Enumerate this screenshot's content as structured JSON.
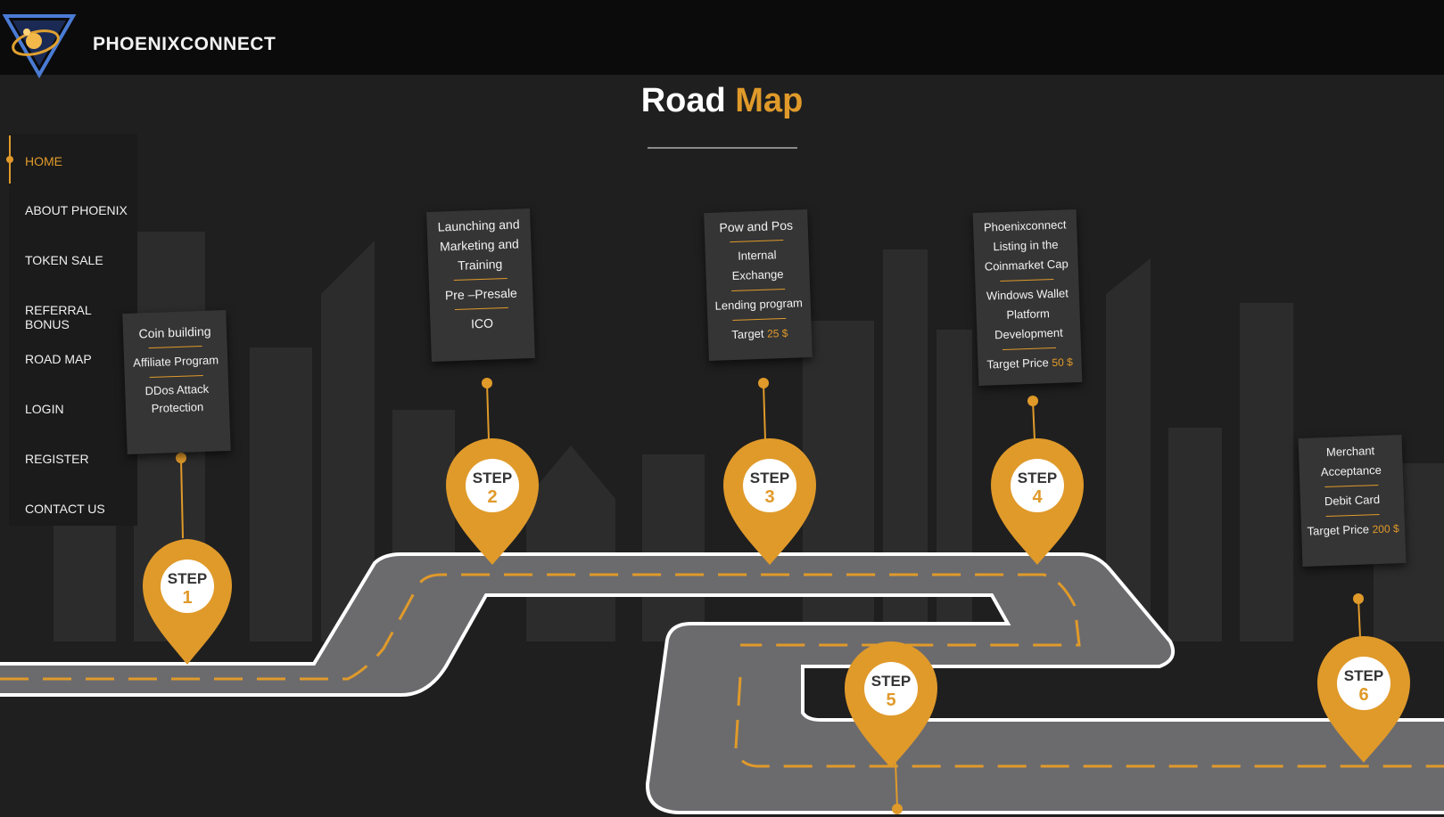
{
  "brand": {
    "name": "PHOENIXCONNECT"
  },
  "title": {
    "main": "Road",
    "accent": "Map"
  },
  "nav": {
    "items": [
      {
        "label": "HOME",
        "active": true
      },
      {
        "label": "ABOUT PHOENIX"
      },
      {
        "label": "TOKEN SALE"
      },
      {
        "label": "REFERRAL BONUS"
      },
      {
        "label": "ROAD MAP"
      },
      {
        "label": "LOGIN"
      },
      {
        "label": "REGISTER"
      },
      {
        "label": "CONTACT US"
      }
    ]
  },
  "steps": [
    {
      "label": "STEP",
      "number": "1"
    },
    {
      "label": "STEP",
      "number": "2"
    },
    {
      "label": "STEP",
      "number": "3"
    },
    {
      "label": "STEP",
      "number": "4"
    },
    {
      "label": "STEP",
      "number": "5"
    },
    {
      "label": "STEP",
      "number": "6"
    }
  ],
  "cards": {
    "step1": {
      "l1": "Coin building",
      "l2": "Affiliate Program",
      "l3a": "DDos Attack",
      "l3b": "Protection"
    },
    "step2": {
      "l1a": "Launching and",
      "l1b": "Marketing and",
      "l1c": "Training",
      "l2": "Pre –Presale",
      "l3": "ICO"
    },
    "step3": {
      "l1": "Pow and Pos",
      "l2": "Internal Exchange",
      "l3": "Lending program",
      "target_label": "Target",
      "target_value": "25 $"
    },
    "step4": {
      "l1a": "Phoenixconnect",
      "l1b": "Listing in the",
      "l1c": "Coinmarket Cap",
      "l2a": "Windows Wallet",
      "l2b": "Platform",
      "l2c": "Development",
      "target_label": "Target Price",
      "target_value": "50 $"
    },
    "step6": {
      "l1a": "Merchant",
      "l1b": "Acceptance",
      "l2": "Debit Card",
      "target_label": "Target Price",
      "target_value": "200 $"
    }
  },
  "colors": {
    "accent": "#e09a2a",
    "background": "#1f1f1f",
    "topbar": "#0b0b0b",
    "road": "#6b6b6e",
    "card": "#353535"
  }
}
